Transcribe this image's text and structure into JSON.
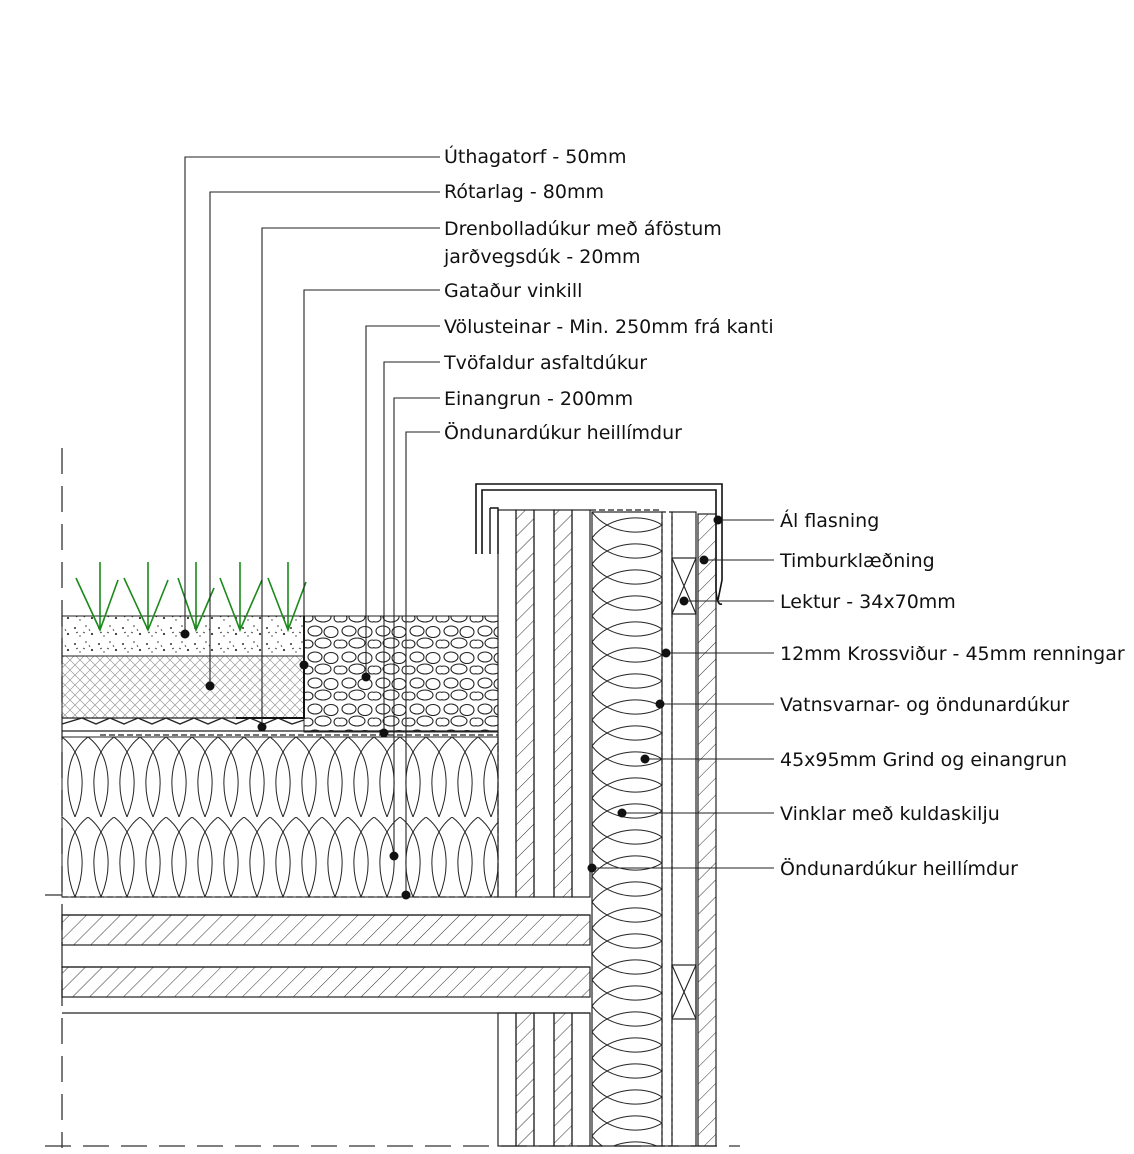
{
  "labels_left": [
    "Úthagatorf - 50mm",
    "Rótarlag - 80mm",
    "Drenbolladúkur með áföstum",
    "jarðvegsdúk - 20mm",
    "Gataður vinkill",
    "Völusteinar - Min. 250mm frá kanti",
    "Tvöfaldur asfaltdúkur",
    "Einangrun - 200mm",
    "Öndunardúkur heillímdur"
  ],
  "labels_right": [
    "Ál flasning",
    "Timburklæðning",
    "Lektur - 34x70mm",
    "12mm Krossviður - 45mm renningar",
    "Vatnsvarnar- og öndunardúkur",
    "45x95mm Grind og einangrun",
    "Vinklar með kuldaskilju",
    "Öndunardúkur heillímdur"
  ],
  "colors": {
    "line": "#111111",
    "grass": "#1a8a1a",
    "mesh": "#9a9a9a"
  }
}
